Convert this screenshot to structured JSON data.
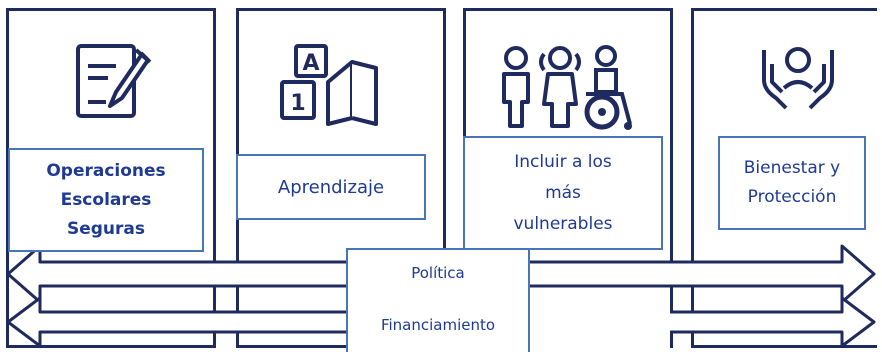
{
  "pillars": [
    {
      "label": "Operaciones Escolares Seguras",
      "icon": "pen-paper-icon"
    },
    {
      "label": "Aprendizaje",
      "icon": "alphabet-blocks-book-icon"
    },
    {
      "label": "Incluir a los más vulnerables",
      "icon": "children-wheelchair-icon"
    },
    {
      "label": "Bienestar y Protección",
      "icon": "hands-protecting-person-icon"
    }
  ],
  "bands": {
    "policy": "Política",
    "financing": "Financiamiento"
  },
  "colors": {
    "frame": "#1f2b5e",
    "icon": "#1f2b5e",
    "label_border": "#4a74b8",
    "text": "#1f3a93"
  }
}
